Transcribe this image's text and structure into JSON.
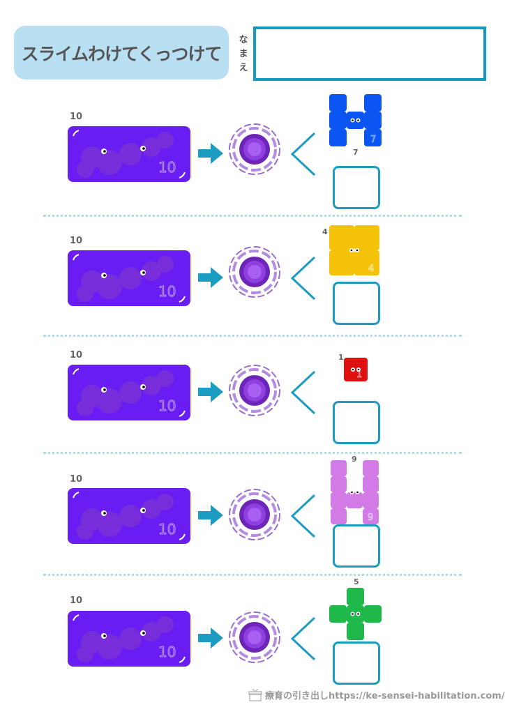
{
  "header": {
    "title": "スライムわけてくっつけて",
    "name_label": "なまえ",
    "name_value": ""
  },
  "colors": {
    "big_slime": "#6a1df2",
    "accent": "#139bbf"
  },
  "rows": [
    {
      "total": "10",
      "part": "7",
      "part_color": "#0b55f2",
      "answer": ""
    },
    {
      "total": "10",
      "part": "4",
      "part_color": "#f5c20a",
      "answer": ""
    },
    {
      "total": "10",
      "part": "1",
      "part_color": "#e01010",
      "answer": ""
    },
    {
      "total": "10",
      "part": "9",
      "part_color": "#d27ae6",
      "answer": ""
    },
    {
      "total": "10",
      "part": "5",
      "part_color": "#1fb84a",
      "answer": ""
    }
  ],
  "footer": {
    "text": "療育の引き出しhttps://ke-sensei-habilitation.com/"
  }
}
